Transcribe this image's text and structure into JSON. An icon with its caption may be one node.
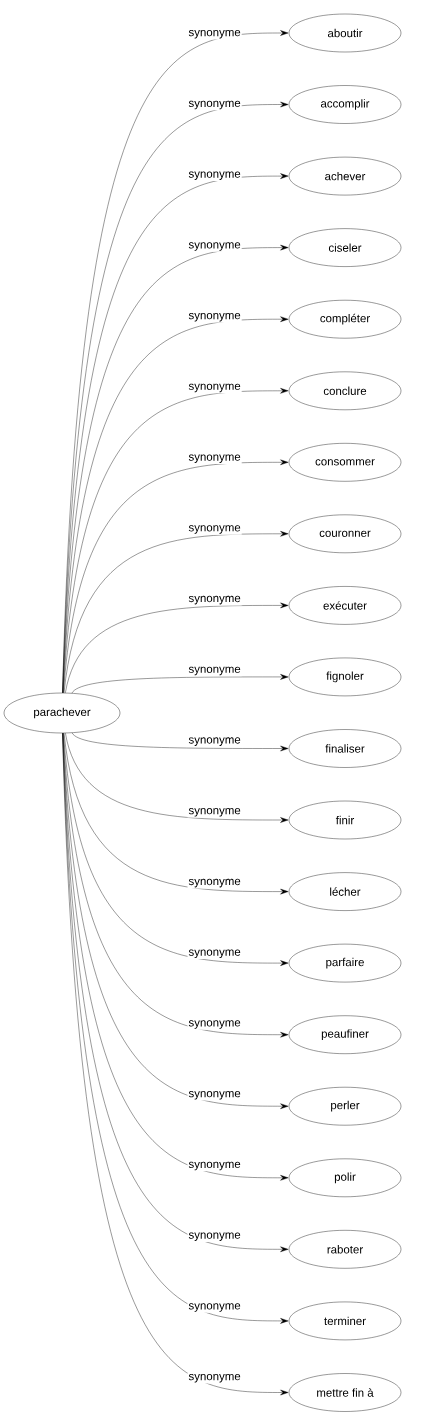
{
  "diagram": {
    "nodes": [
      {
        "text": [
          "parachever"
        ]
      },
      {
        "text": [
          "aboutir"
        ]
      },
      {
        "text": [
          "accomplir"
        ]
      },
      {
        "text": [
          "achever"
        ]
      },
      {
        "text": [
          "ciseler"
        ]
      },
      {
        "text": [
          "compléter"
        ]
      },
      {
        "text": [
          "conclure"
        ]
      },
      {
        "text": [
          "consommer"
        ]
      },
      {
        "text": [
          "couronner"
        ]
      },
      {
        "text": [
          "exécuter"
        ]
      },
      {
        "text": [
          "fignoler"
        ]
      },
      {
        "text": [
          "finaliser"
        ]
      },
      {
        "text": [
          "finir"
        ]
      },
      {
        "text": [
          "lécher"
        ]
      },
      {
        "text": [
          "parfaire"
        ]
      },
      {
        "text": [
          "peaufiner"
        ]
      },
      {
        "text": [
          "perler"
        ]
      },
      {
        "text": [
          "polir"
        ]
      },
      {
        "text": [
          "raboter"
        ]
      },
      {
        "text": [
          "terminer"
        ]
      },
      {
        "text": [
          "mettre fin à"
        ]
      }
    ],
    "edges": [
      {
        "from": 0,
        "to": 1,
        "arrow": "to",
        "label": "synonyme"
      },
      {
        "from": 0,
        "to": 2,
        "arrow": "to",
        "label": "synonyme"
      },
      {
        "from": 0,
        "to": 3,
        "arrow": "to",
        "label": "synonyme"
      },
      {
        "from": 0,
        "to": 4,
        "arrow": "to",
        "label": "synonyme"
      },
      {
        "from": 0,
        "to": 5,
        "arrow": "to",
        "label": "synonyme"
      },
      {
        "from": 0,
        "to": 6,
        "arrow": "to",
        "label": "synonyme"
      },
      {
        "from": 0,
        "to": 7,
        "arrow": "to",
        "label": "synonyme"
      },
      {
        "from": 0,
        "to": 8,
        "arrow": "to",
        "label": "synonyme"
      },
      {
        "from": 0,
        "to": 9,
        "arrow": "to",
        "label": "synonyme"
      },
      {
        "from": 0,
        "to": 10,
        "arrow": "to",
        "label": "synonyme"
      },
      {
        "from": 0,
        "to": 11,
        "arrow": "to",
        "label": "synonyme"
      },
      {
        "from": 0,
        "to": 12,
        "arrow": "to",
        "label": "synonyme"
      },
      {
        "from": 0,
        "to": 13,
        "arrow": "to",
        "label": "synonyme"
      },
      {
        "from": 0,
        "to": 14,
        "arrow": "to",
        "label": "synonyme"
      },
      {
        "from": 0,
        "to": 15,
        "arrow": "to",
        "label": "synonyme"
      },
      {
        "from": 0,
        "to": 16,
        "arrow": "to",
        "label": "synonyme"
      },
      {
        "from": 0,
        "to": 17,
        "arrow": "to",
        "label": "synonyme"
      },
      {
        "from": 0,
        "to": 18,
        "arrow": "to",
        "label": "synonyme"
      },
      {
        "from": 0,
        "to": 19,
        "arrow": "to",
        "label": "synonyme"
      },
      {
        "from": 0,
        "to": 20,
        "arrow": "to",
        "label": "synonyme"
      }
    ]
  }
}
